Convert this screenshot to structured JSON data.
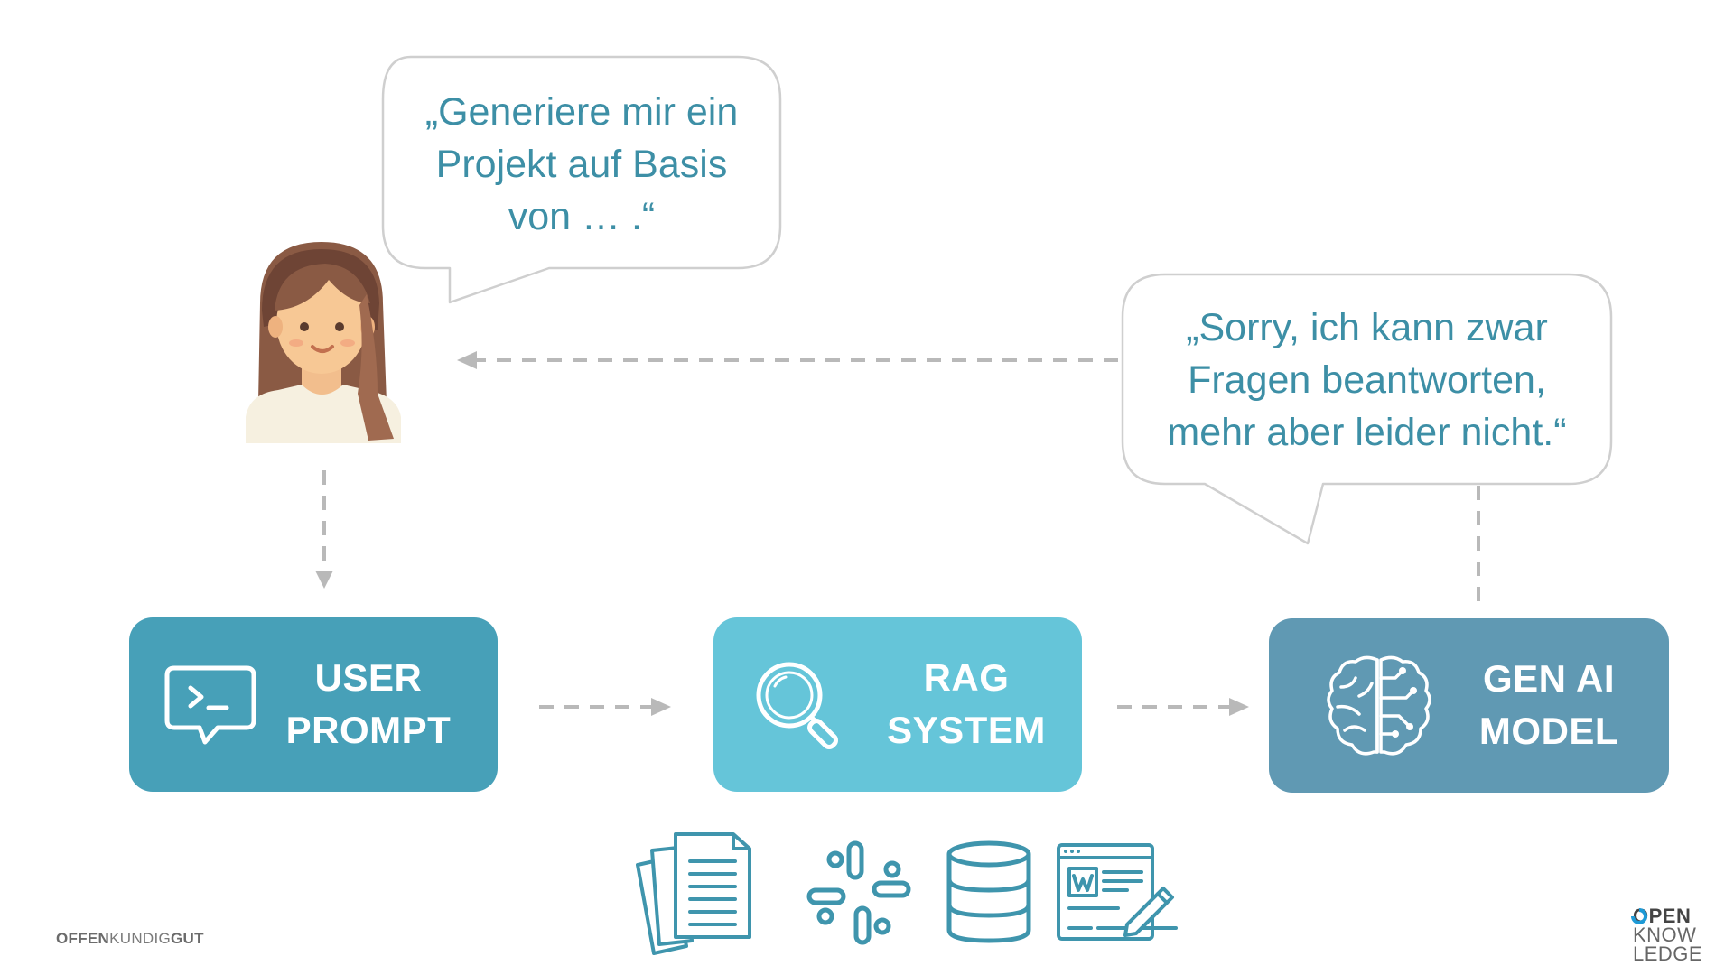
{
  "user_bubble": {
    "text": "„Generiere mir ein\nProjekt auf Basis\nvon … .“"
  },
  "model_bubble": {
    "text": "„Sorry, ich kann zwar\nFragen beantworten,\nmehr aber leider nicht.“"
  },
  "boxes": {
    "user_prompt": {
      "label": "USER\nPROMPT",
      "color": "#47a0b8"
    },
    "rag_system": {
      "label": "RAG\nSYSTEM",
      "color": "#65c5d9"
    },
    "gen_ai_model": {
      "label": "GEN AI\nMODEL",
      "color": "#6099b3"
    }
  },
  "sources": [
    "document-stack-icon",
    "slack-icon",
    "database-icon",
    "word-document-icon"
  ],
  "footer": {
    "left_bold_1": "OFFEN",
    "left_regular": "KUNDIG",
    "left_bold_2": "GUT",
    "right_line1": "OPEN",
    "right_line2": "KNOW",
    "right_line3": "LEDGE"
  },
  "colors": {
    "text_teal": "#3d8fa6",
    "arrow_gray": "#b9b9b9",
    "bubble_border": "#cfcfcf",
    "icon_teal": "#3f95ad"
  }
}
